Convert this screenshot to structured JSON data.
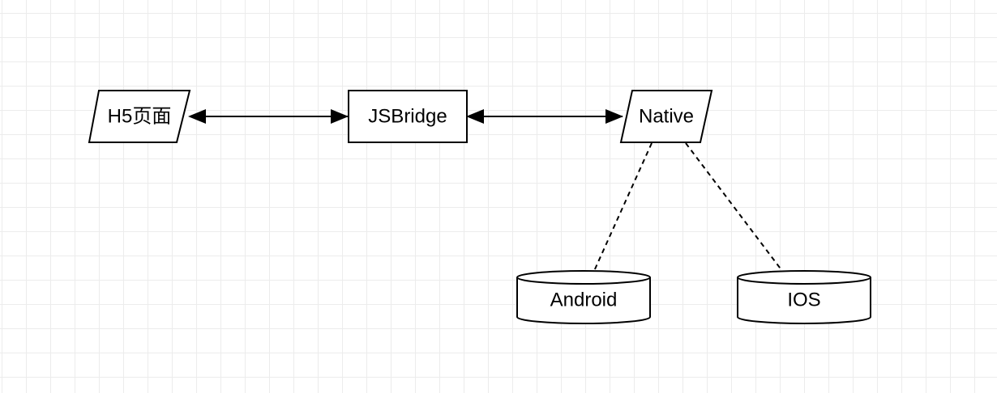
{
  "diagram": {
    "nodes": {
      "h5": {
        "label": "H5页面",
        "shape": "parallelogram"
      },
      "jsbridge": {
        "label": "JSBridge",
        "shape": "rectangle"
      },
      "native": {
        "label": "Native",
        "shape": "parallelogram"
      },
      "android": {
        "label": "Android",
        "shape": "cylinder"
      },
      "ios": {
        "label": "IOS",
        "shape": "cylinder"
      }
    },
    "edges": [
      {
        "from": "h5",
        "to": "jsbridge",
        "style": "solid",
        "arrows": "both"
      },
      {
        "from": "jsbridge",
        "to": "native",
        "style": "solid",
        "arrows": "both"
      },
      {
        "from": "native",
        "to": "android",
        "style": "dashed",
        "arrows": "none"
      },
      {
        "from": "native",
        "to": "ios",
        "style": "dashed",
        "arrows": "none"
      }
    ]
  }
}
